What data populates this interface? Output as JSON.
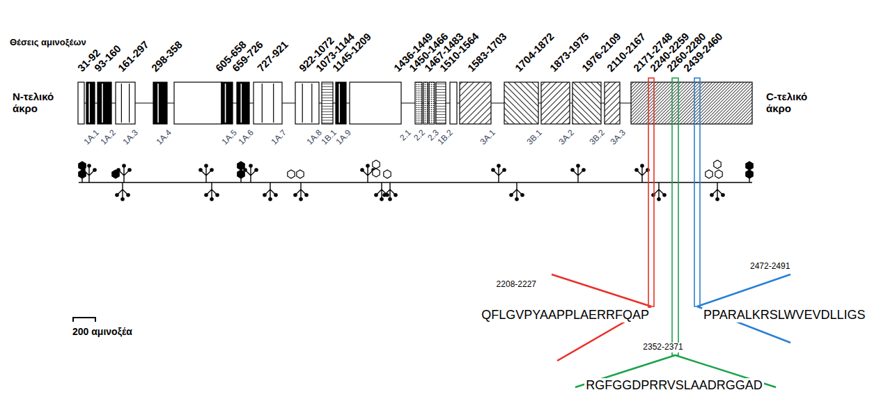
{
  "diagram": {
    "labels": [
      "Θέσεις αμινοξέων",
      "31-92",
      "93-160",
      "161-297",
      "298-358",
      "605-658",
      "659-726",
      "727-921",
      "922-1072",
      "1073-1144",
      "1145-1209",
      "1436-1449",
      "1450-1466",
      "1467-1483",
      "1510-1564",
      "1583-1703",
      "1704-1872",
      "1873-1975",
      "1976-2109",
      "2110-2167",
      "2171-2748",
      "2240-2259",
      "2260-2280",
      "2439-2460",
      "Ν-τελικό άκρο",
      "C-τελικό άκρο",
      "1A.1",
      "1A.2",
      "1A.3",
      "1A.4",
      "1A.5",
      "1A.6",
      "1A.7",
      "1A.8",
      "1B.1",
      "1A.9",
      "2.1",
      "2.2",
      "2.3",
      "1B.2",
      "3A.1",
      "3B.1",
      "3A.2",
      "3B.2",
      "3A.3",
      "2208-2227",
      "QFLGVPYAAPPLAERRFQAP",
      "2472-2491",
      "PPARALKRSLWVEVDLLIGS",
      "2352-2371",
      "RGFGGDPRRVSLAADRGGAD",
      "200 αμινοξέα"
    ]
  }
}
